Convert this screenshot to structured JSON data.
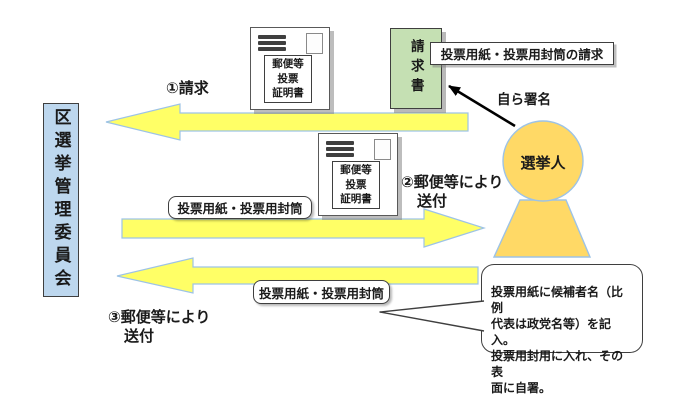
{
  "committee": {
    "label": "区選挙管理委員会"
  },
  "voter": {
    "label": "選挙人"
  },
  "request_doc": {
    "label": "請求書"
  },
  "envelope": {
    "cert_line1": "郵便等",
    "cert_line2": "投票",
    "cert_line3": "証明書"
  },
  "steps": {
    "step1": "①請求",
    "step2_line1": "②郵便等により",
    "step2_line2": "送付",
    "step3_line1": "③郵便等により",
    "step3_line2": "送付"
  },
  "labels": {
    "request_of_ballot": "投票用紙・投票用封筒の請求",
    "self_sign": "自ら署名",
    "ballot_and_envelope_mid": "投票用紙・投票用封筒",
    "ballot_and_envelope_bottom": "投票用紙・投票用封筒"
  },
  "callout": {
    "line1": "投票用紙に候補者名（比例",
    "line2": "代表は政党名等）を記入。",
    "line3": "投票用封用に入れ、その表",
    "line4": "面に自署。"
  },
  "colors": {
    "arrow_fill": "#FFFF66",
    "arrow_stroke": "#9DC3E6",
    "committee_fill": "#BDD7EE",
    "request_doc_fill": "#C5E0B3",
    "voter_fill": "#FFD966",
    "text": "#1A1A1A"
  }
}
